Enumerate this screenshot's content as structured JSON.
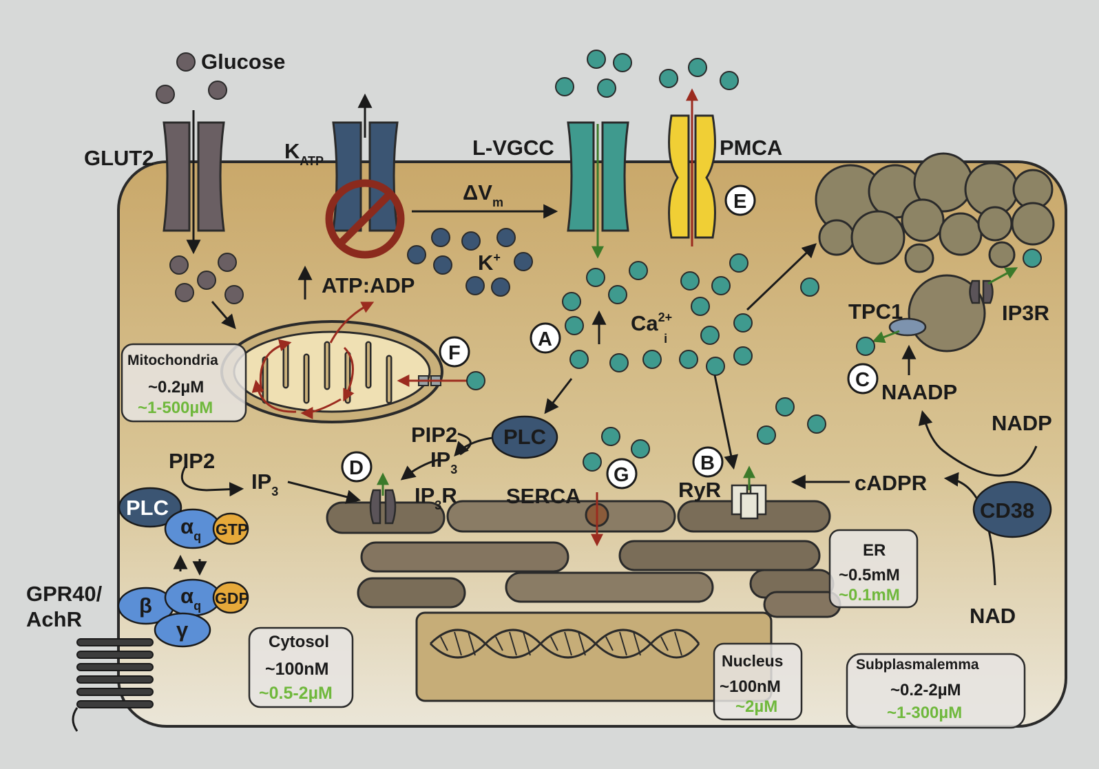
{
  "colors": {
    "background": "#d7d9d8",
    "cell_top": "#c9a86a",
    "cell_bottom": "#e7e1cf",
    "calcium": "#3f9a8e",
    "glucose": "#6a5f63",
    "potassium": "#3b5573",
    "er": "#7a6d58",
    "green_text": "#6fb83c",
    "red_arrow": "#9b2b1f"
  },
  "labels": {
    "glucose": "Glucose",
    "glut2": "GLUT2",
    "katp_main": "K",
    "katp_sub": "ATP",
    "lvgcc": "L-VGCC",
    "pmca": "PMCA",
    "delta_v_main": "ΔV",
    "delta_v_sub": "m",
    "potassium_main": "K",
    "potassium_sup": "+",
    "atp_adp": "ATP:ADP",
    "ca_main": "Ca",
    "ca_sup": "2+",
    "ca_sub": "i",
    "tpc1": "TPC1",
    "ip3r_top": "IP3R",
    "naadp": "NAADP",
    "nadp": "NADP",
    "cadpr": "cADPR",
    "cd38": "CD38",
    "nad": "NAD",
    "plc_center": "PLC",
    "pip2_center": "PIP2",
    "ip3_center_main": "IP",
    "ip3_center_sub": "3",
    "pip2_left": "PIP2",
    "ip3_left_main": "IP",
    "ip3_left_sub": "3",
    "ip3r_er_pre": "IP",
    "ip3r_er_sub": "3",
    "ip3r_er_post": "R",
    "serca": "SERCA",
    "ryr": "RyR",
    "plc_left": "PLC",
    "alpha_q": "α",
    "alpha_q_sub": "q",
    "gtp": "GTP",
    "gdp": "GDP",
    "beta": "β",
    "gamma": "γ",
    "gpr40_line1": "GPR40/",
    "gpr40_line2": "AchR"
  },
  "markers": {
    "A": "A",
    "B": "B",
    "C": "C",
    "D": "D",
    "E": "E",
    "F": "F",
    "G": "G"
  },
  "compartments": {
    "mitochondria": {
      "name": "Mitochondria",
      "resting": "~0.2µM",
      "stimulated": "~1-500µM"
    },
    "cytosol": {
      "name": "Cytosol",
      "resting": "~100nM",
      "stimulated": "~0.5-2µM"
    },
    "nucleus": {
      "name": "Nucleus",
      "resting": "~100nM",
      "stimulated": "~2µM"
    },
    "er": {
      "name": "ER",
      "resting": "~0.5mM",
      "stimulated": "~0.1mM"
    },
    "subplasmalemma": {
      "name": "Subplasmalemma",
      "resting": "~0.2-2µM",
      "stimulated": "~1-300µM"
    }
  }
}
